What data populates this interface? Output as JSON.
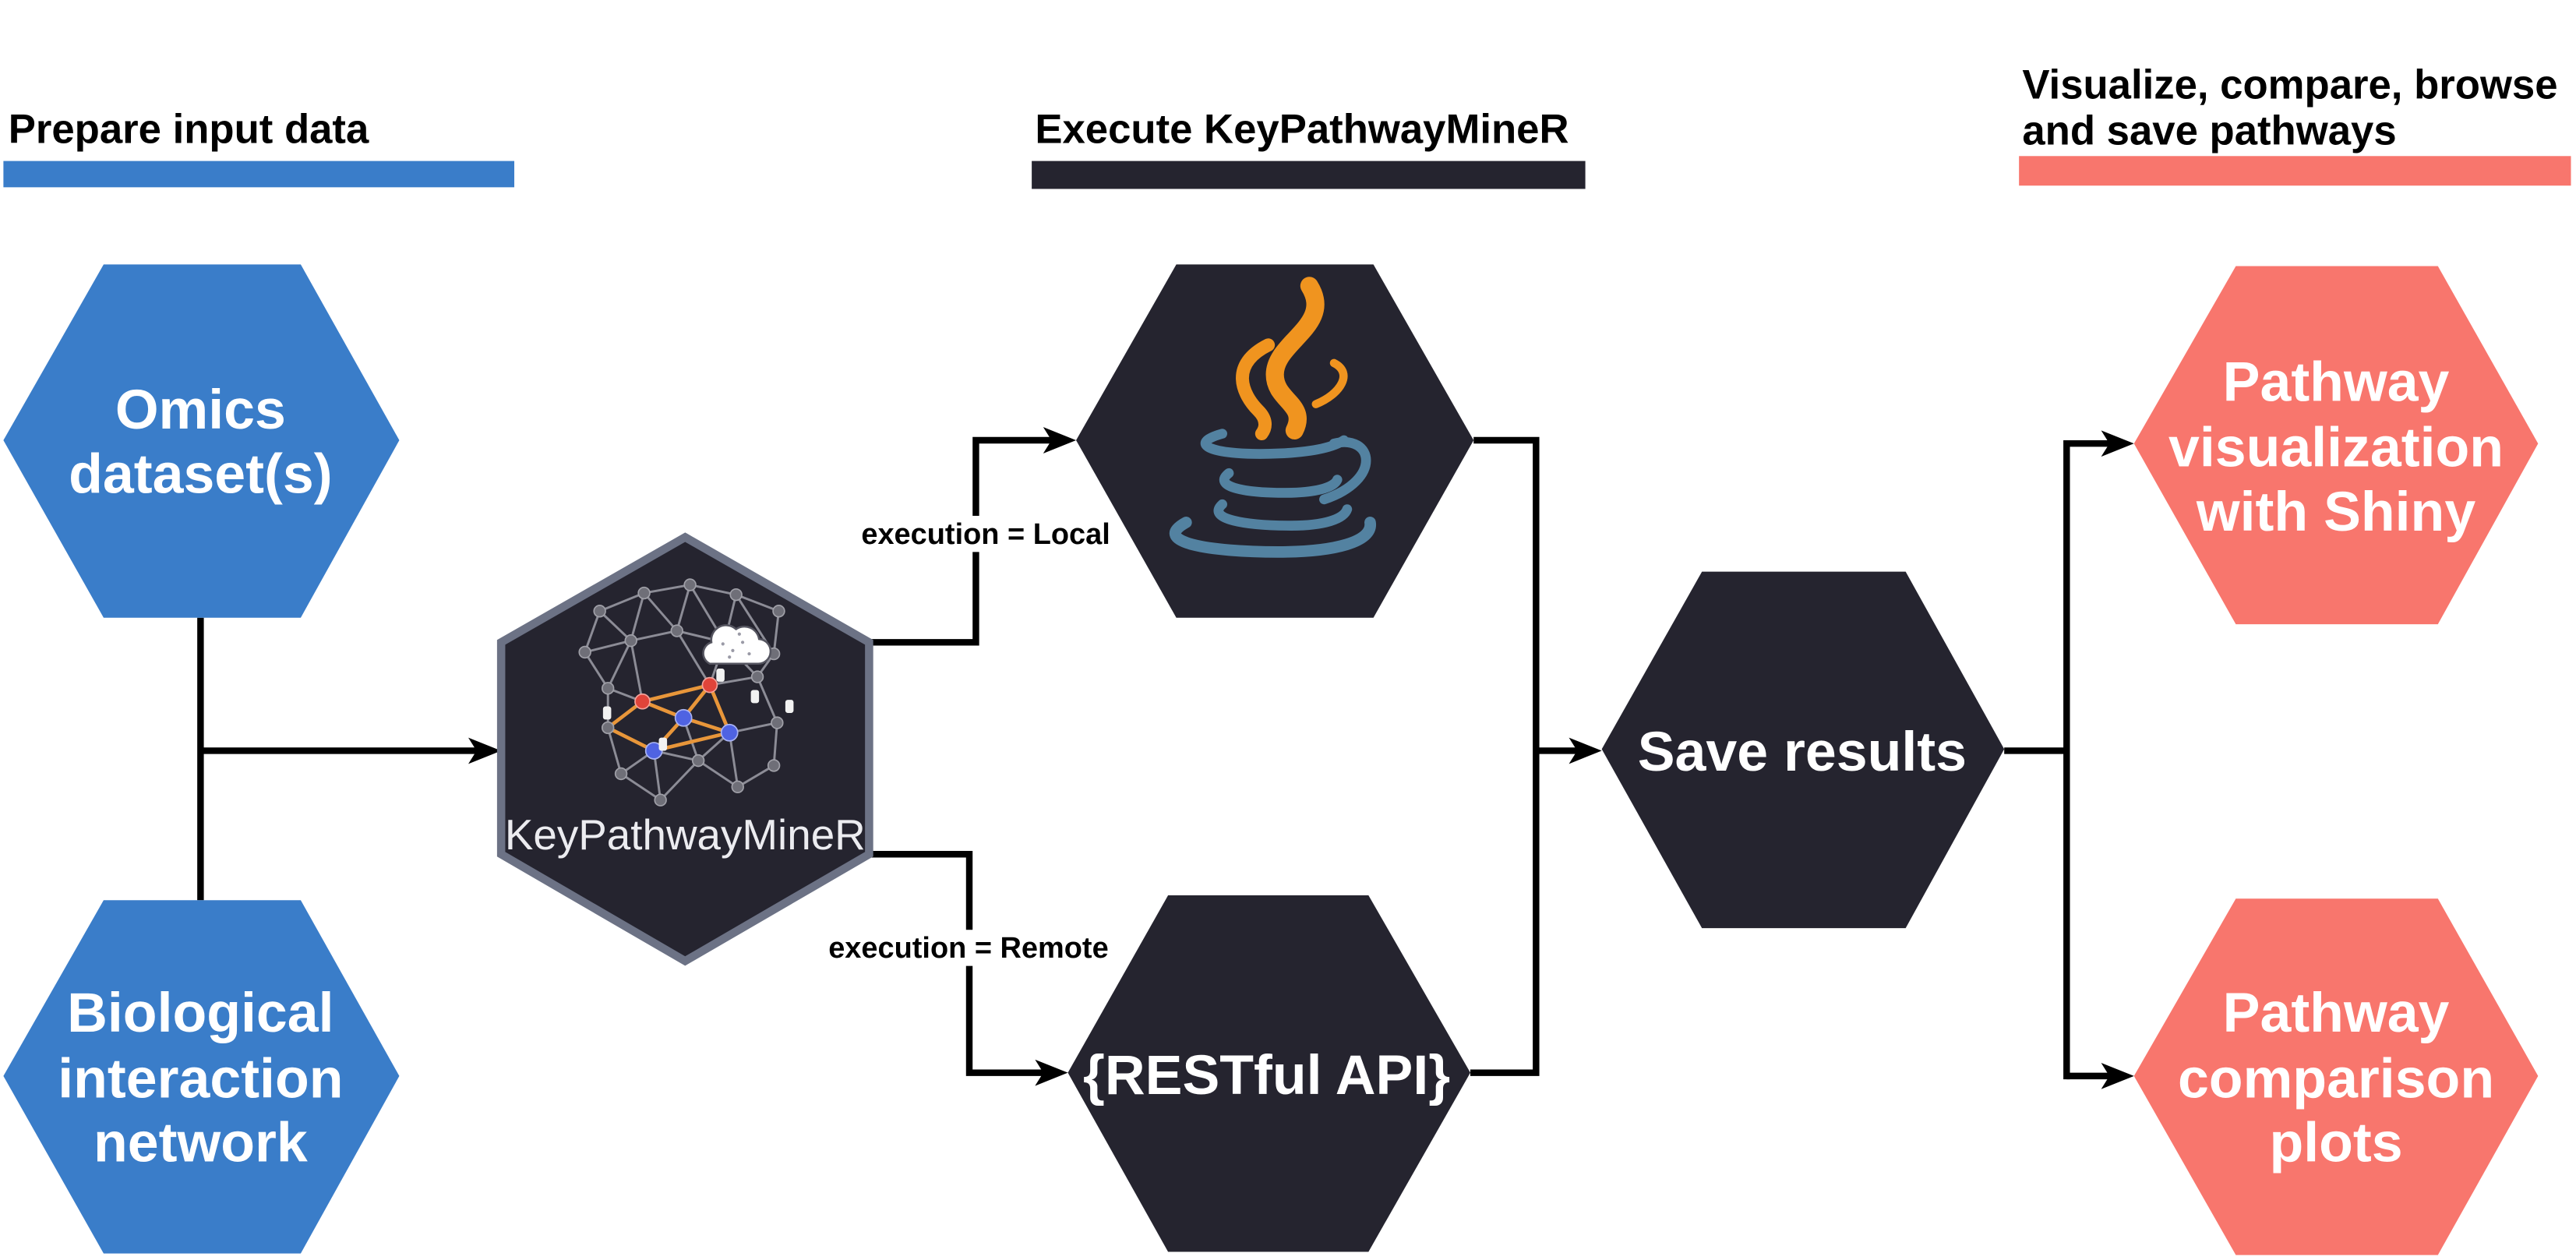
{
  "sections": {
    "prepare": {
      "title": "Prepare input data",
      "color": "#3A7DC9"
    },
    "execute": {
      "title": "Execute KeyPathwayMineR",
      "color": "#25242F"
    },
    "visualize": {
      "title_lines": [
        "Visualize, compare, browse",
        "and save pathways"
      ],
      "color": "#F8766D"
    }
  },
  "nodes": {
    "omics": {
      "lines": [
        "Omics",
        "dataset(s)"
      ],
      "color": "#3A7DC9"
    },
    "interaction_network": {
      "lines": [
        "Biological",
        "interaction",
        "network"
      ],
      "color": "#3A7DC9"
    },
    "keypathwayminer": {
      "label": "KeyPathwayMineR",
      "color": "#25242F",
      "border_color": "#6C7285"
    },
    "java": {
      "icon": "java-icon",
      "color": "#25242F",
      "flame_color": "#F0941F",
      "cup_color": "#5382A1"
    },
    "restful_api": {
      "label": "{RESTful API}",
      "color": "#25242F"
    },
    "save_results": {
      "label": "Save results",
      "color": "#25242F"
    },
    "shiny": {
      "lines": [
        "Pathway",
        "visualization",
        "with Shiny"
      ],
      "color": "#F8766D"
    },
    "comparison": {
      "lines": [
        "Pathway",
        "comparison",
        "plots"
      ],
      "color": "#F8766D"
    }
  },
  "edges": {
    "local": {
      "label": "execution = Local"
    },
    "remote": {
      "label": "execution = Remote"
    }
  }
}
